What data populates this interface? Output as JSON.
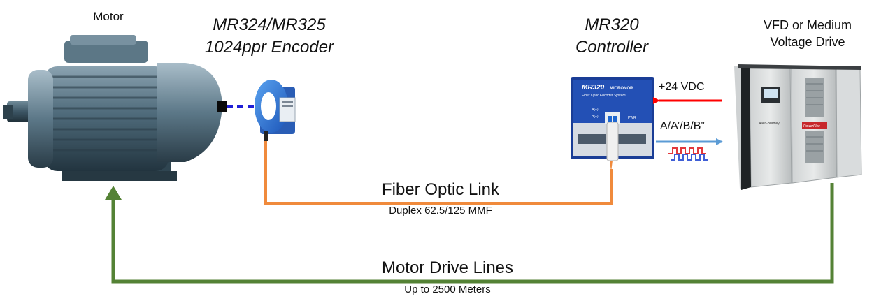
{
  "labels": {
    "motor": "Motor",
    "encoder_line1": "MR324/MR325",
    "encoder_line2": "1024ppr Encoder",
    "controller_line1": "MR320",
    "controller_line2": "Controller",
    "vfd_line1": "VFD or Medium",
    "vfd_line2": "Voltage Drive",
    "fiber_title": "Fiber Optic Link",
    "fiber_sub": "Duplex 62.5/125 MMF",
    "drive_title": "Motor Drive Lines",
    "drive_sub": "Up to 2500 Meters",
    "power": "+24 VDC",
    "signals": "A/A’/B/B”"
  },
  "device_text": {
    "controller_model": "MR320",
    "controller_brand": "MICRONOR",
    "controller_desc": "Fiber Optic Encoder System",
    "controller_led_a": "A(+)",
    "controller_led_b": "B(+)",
    "controller_led_pwr": "PWR",
    "vfd_brand": "Allen-Bradley",
    "vfd_model": "PowerFlex"
  },
  "colors": {
    "fiber": "#f08a3c",
    "drive_lines": "#548235",
    "power_arrow": "#ff0000",
    "signal_arrow": "#5b9bd5",
    "shaft_link": "#1f1fd6",
    "controller_body": "#2350b5",
    "motor_body": "#4a6474",
    "encoder_ring": "#2a6fd0"
  }
}
